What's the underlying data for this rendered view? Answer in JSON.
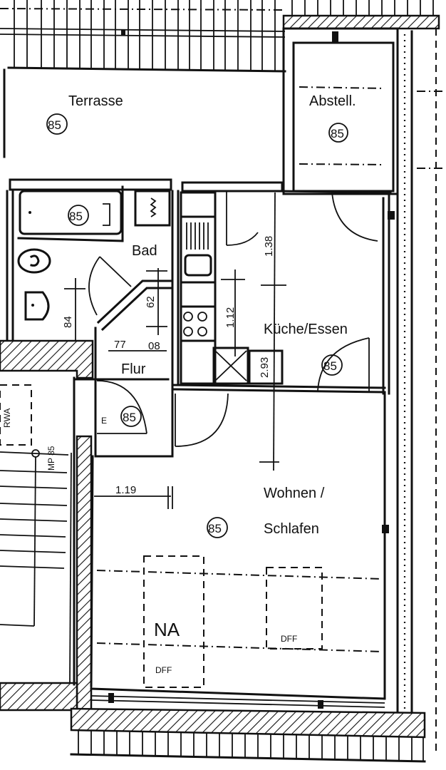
{
  "plan": {
    "type": "architectural floor plan (apartment, top floor)",
    "rooms": [
      {
        "id": "terrasse",
        "label": "Terrasse",
        "code": "85"
      },
      {
        "id": "abstell",
        "label": "Abstell.",
        "code": "85"
      },
      {
        "id": "bad",
        "label": "Bad",
        "code": "85"
      },
      {
        "id": "flur",
        "label": "Flur",
        "code": "85"
      },
      {
        "id": "kueche",
        "label": "Küche/Essen",
        "code": "85"
      },
      {
        "id": "wohnen",
        "label_line1": "Wohnen /",
        "label_line2": "Schlafen",
        "code": "85"
      }
    ],
    "dimensions": {
      "d_138": "1.38",
      "d_112": "1.12",
      "d_293": "2.93",
      "d_62": "62",
      "d_84": "84",
      "d_77": "77",
      "d_08": "08",
      "d_119": "1.19"
    },
    "annotations": {
      "na": "NA",
      "dff_left": "DFF",
      "dff_right": "DFF",
      "rwa": "RWA",
      "flur_mark": "E",
      "stair_mark": "MP 85"
    }
  }
}
